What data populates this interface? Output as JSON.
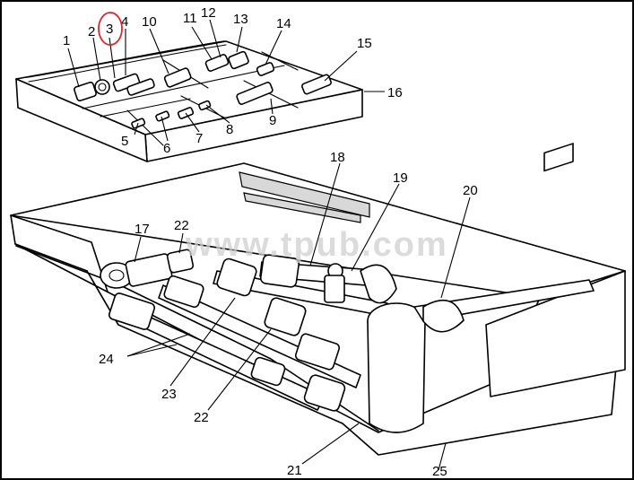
{
  "diagram": {
    "callouts": [
      {
        "id": "1",
        "text": "1"
      },
      {
        "id": "2",
        "text": "2"
      },
      {
        "id": "3",
        "text": "3"
      },
      {
        "id": "4",
        "text": "4"
      },
      {
        "id": "5",
        "text": "5"
      },
      {
        "id": "6",
        "text": "6"
      },
      {
        "id": "7",
        "text": "7"
      },
      {
        "id": "8",
        "text": "8"
      },
      {
        "id": "9",
        "text": "9"
      },
      {
        "id": "10",
        "text": "10"
      },
      {
        "id": "11",
        "text": "11"
      },
      {
        "id": "12",
        "text": "12"
      },
      {
        "id": "13",
        "text": "13"
      },
      {
        "id": "14",
        "text": "14"
      },
      {
        "id": "15",
        "text": "15"
      },
      {
        "id": "16",
        "text": "16"
      },
      {
        "id": "17",
        "text": "17"
      },
      {
        "id": "18",
        "text": "18"
      },
      {
        "id": "19",
        "text": "19"
      },
      {
        "id": "20",
        "text": "20"
      },
      {
        "id": "21",
        "text": "21"
      },
      {
        "id": "22a",
        "text": "22"
      },
      {
        "id": "22b",
        "text": "22"
      },
      {
        "id": "23",
        "text": "23"
      },
      {
        "id": "24",
        "text": "24"
      },
      {
        "id": "25",
        "text": "25"
      }
    ],
    "highlighted_callout": "3",
    "highlight_color": "#e0252b",
    "watermark": "www.tpub.com"
  }
}
